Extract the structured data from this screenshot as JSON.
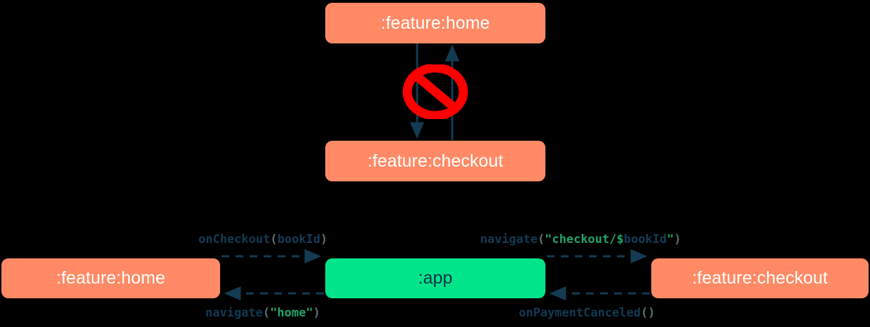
{
  "diagram": {
    "type": "module-dependency-graph",
    "background_color": "#000000",
    "palette": {
      "module_node": "#FF8A65",
      "app_node": "#00E58A",
      "node_text_light": "#FFFFFF",
      "node_text_dark": "#0E3247",
      "edge": "#133B52",
      "forbidden": "#FF0000",
      "string_literal": "#21A366",
      "punctuation": "#5C6F72"
    },
    "top_cluster": {
      "name": "forbidden-direct-dependency",
      "nodes": [
        {
          "id": "home-top",
          "label": ":feature:home",
          "style": "coral"
        },
        {
          "id": "checkout-top",
          "label": ":feature:checkout",
          "style": "coral"
        }
      ],
      "edges": [
        {
          "from": "home-top",
          "to": "checkout-top",
          "direction": "down",
          "style": "solid"
        },
        {
          "from": "checkout-top",
          "to": "home-top",
          "direction": "up",
          "style": "solid"
        }
      ],
      "overlay_icon": "no-entry-icon",
      "overlay_meaning": "not-allowed"
    },
    "bottom_cluster": {
      "name": "app-mediated-navigation",
      "nodes": [
        {
          "id": "home-bottom",
          "label": ":feature:home",
          "style": "coral"
        },
        {
          "id": "app",
          "label": ":app",
          "style": "green"
        },
        {
          "id": "checkout-bottom",
          "label": ":feature:checkout",
          "style": "coral"
        }
      ],
      "edges": [
        {
          "id": "home-to-app",
          "from": "home-bottom",
          "to": "app",
          "direction": "right",
          "style": "dashed",
          "label_position": "above",
          "label_plain": "onCheckout(bookId)",
          "label_tokens": [
            {
              "text": "onCheckout",
              "type": "fn"
            },
            {
              "text": "(",
              "type": "paren"
            },
            {
              "text": "bookId",
              "type": "ident"
            },
            {
              "text": ")",
              "type": "paren"
            }
          ]
        },
        {
          "id": "app-to-home",
          "from": "app",
          "to": "home-bottom",
          "direction": "left",
          "style": "dashed",
          "label_position": "below",
          "label_plain": "navigate(\"home\")",
          "label_tokens": [
            {
              "text": "navigate",
              "type": "fn"
            },
            {
              "text": "(",
              "type": "paren"
            },
            {
              "text": "\"home\"",
              "type": "str"
            },
            {
              "text": ")",
              "type": "paren"
            }
          ]
        },
        {
          "id": "app-to-checkout",
          "from": "app",
          "to": "checkout-bottom",
          "direction": "right",
          "style": "dashed",
          "label_position": "above",
          "label_plain": "navigate(\"checkout/$bookId\")",
          "label_tokens": [
            {
              "text": "navigate",
              "type": "fn"
            },
            {
              "text": "(",
              "type": "paren"
            },
            {
              "text": "\"checkout/$",
              "type": "str"
            },
            {
              "text": "bookId",
              "type": "ident"
            },
            {
              "text": "\"",
              "type": "str"
            },
            {
              "text": ")",
              "type": "paren"
            }
          ]
        },
        {
          "id": "checkout-to-app",
          "from": "checkout-bottom",
          "to": "app",
          "direction": "left",
          "style": "dashed",
          "label_position": "below",
          "label_plain": "onPaymentCanceled()",
          "label_tokens": [
            {
              "text": "onPaymentCanceled",
              "type": "fn"
            },
            {
              "text": "()",
              "type": "paren"
            }
          ]
        }
      ]
    }
  }
}
